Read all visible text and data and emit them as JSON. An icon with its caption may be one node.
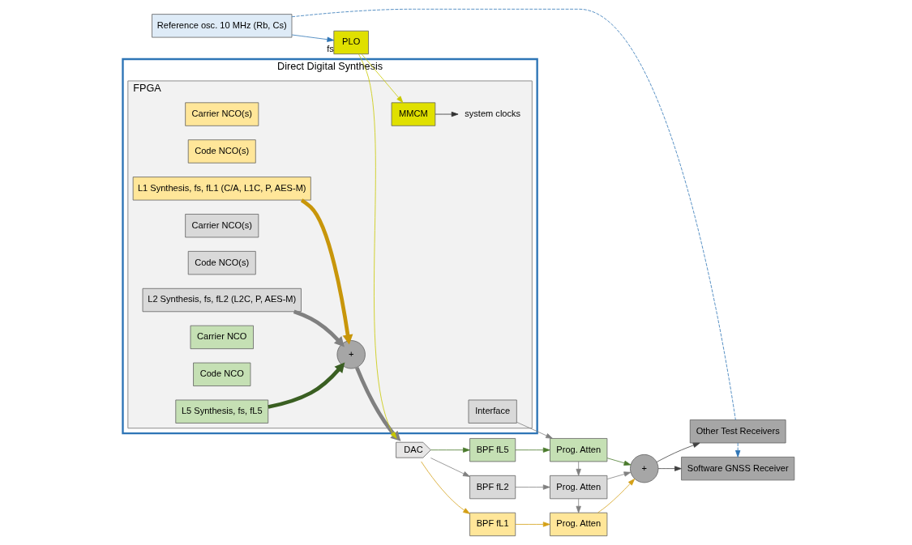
{
  "diagram": {
    "nodes": [
      {
        "text": [
          "Direct Digital Synthesis"
        ]
      },
      {
        "text": [
          "FPGA"
        ],
        "in": 0
      },
      {
        "text": [
          "system clocks"
        ],
        "in": 1
      },
      {
        "text": [
          "MMCM"
        ],
        "in": 1
      },
      {
        "text": [
          "Carrier NCO(s)"
        ],
        "in": 1
      },
      {
        "text": [
          "Code NCO(s)"
        ],
        "in": 1
      },
      {
        "text": [
          "L1 Synthesis, fs, fL1 (C/A, L1C, P, AES-M)"
        ],
        "in": 1
      },
      {
        "text": [
          "Carrier NCO(s)"
        ],
        "in": 1
      },
      {
        "text": [
          "Code NCO(s)"
        ],
        "in": 1
      },
      {
        "text": [
          "L2 Synthesis, fs, fL2 (L2C, P, AES-M)"
        ],
        "in": 1
      },
      {
        "text": [
          "Carrier NCO"
        ],
        "in": 1
      },
      {
        "text": [
          "Code NCO"
        ],
        "in": 1
      },
      {
        "text": [
          "L5 Synthesis, fs, fL5"
        ],
        "in": 1
      },
      {
        "text": [
          "+"
        ],
        "in": 1
      },
      {
        "text": [
          "Interface"
        ],
        "in": 1
      },
      {
        "text": [
          "DAC"
        ]
      },
      {
        "text": [
          "BPF fL1"
        ]
      },
      {
        "text": [
          "Prog. Atten"
        ]
      },
      {
        "text": [
          "BPF fL2"
        ]
      },
      {
        "text": [
          "Prog. Atten"
        ]
      },
      {
        "text": [
          "BPF fL5"
        ]
      },
      {
        "text": [
          "Prog. Atten"
        ]
      },
      {
        "text": [
          "+"
        ]
      },
      {
        "text": [
          "Software GNSS Receiver"
        ]
      },
      {
        "text": [
          "Other Test Receivers"
        ]
      },
      {
        "text": [
          "PLO"
        ],
        "beside": [
          "fs"
        ]
      },
      {
        "text": [
          "Reference osc. 10 MHz (Rb, Cs)"
        ]
      }
    ],
    "edges": [
      {
        "from": 3,
        "to": 2,
        "arrow": "to",
        "color": "#303030"
      },
      {
        "from": 6,
        "to": 13,
        "arrow": "to",
        "style": "thick",
        "color": "#c8960a"
      },
      {
        "from": 9,
        "to": 13,
        "arrow": "to",
        "style": "thick"
      },
      {
        "from": 12,
        "to": 13,
        "arrow": "to",
        "style": "thick",
        "color": "#3a5f22"
      },
      {
        "from": 13,
        "to": 15,
        "arrow": "to",
        "style": "thick"
      },
      {
        "from": 25,
        "to": 3,
        "arrow": "to",
        "color": "#c8c800"
      },
      {
        "from": 25,
        "to": 15,
        "arrow": "to",
        "color": "#c8c800"
      },
      {
        "from": 15,
        "to": 16,
        "arrow": "to",
        "color": "#d4a017"
      },
      {
        "from": 15,
        "to": 18,
        "arrow": "to"
      },
      {
        "from": 15,
        "to": 20,
        "arrow": "to",
        "color": "#4a7a2c"
      },
      {
        "from": 16,
        "to": 17,
        "arrow": "to",
        "color": "#d4a017"
      },
      {
        "from": 18,
        "to": 19,
        "arrow": "to"
      },
      {
        "from": 20,
        "to": 21,
        "arrow": "to",
        "color": "#4a7a2c"
      },
      {
        "from": 14,
        "to": 21,
        "arrow": "to"
      },
      {
        "from": 21,
        "to": 19,
        "arrow": "to"
      },
      {
        "from": 19,
        "to": 17,
        "arrow": "to"
      },
      {
        "from": 17,
        "to": 22,
        "arrow": "to",
        "color": "#d4a017"
      },
      {
        "from": 19,
        "to": 22,
        "arrow": "to"
      },
      {
        "from": 21,
        "to": 22,
        "arrow": "to",
        "color": "#4a7a2c"
      },
      {
        "from": 22,
        "to": 23,
        "arrow": "to",
        "color": "#404040"
      },
      {
        "from": 22,
        "to": 24,
        "arrow": "to",
        "color": "#404040"
      },
      {
        "from": 26,
        "to": 25,
        "arrow": "to",
        "color": "#2e75b6"
      },
      {
        "from": 26,
        "to": 24,
        "arrow": "none",
        "style": "dashed",
        "color": "#2e75b6"
      },
      {
        "from": 24,
        "to": 23,
        "arrow": "to",
        "style": "dashed",
        "color": "#2e75b6"
      }
    ]
  }
}
